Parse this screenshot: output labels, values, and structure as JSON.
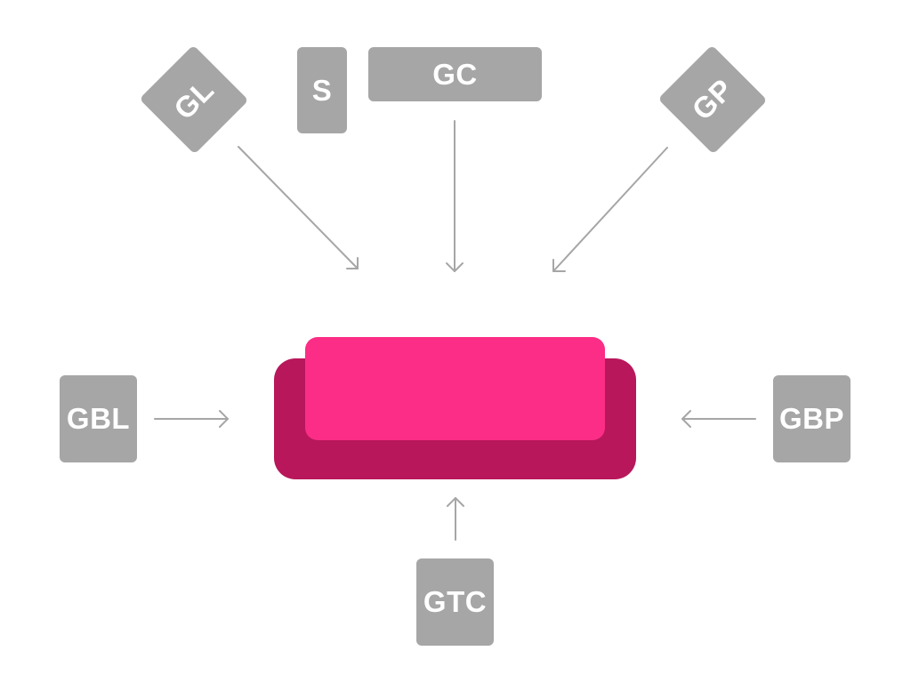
{
  "colors": {
    "box": "#a6a6a6",
    "arrow": "#a6a6a6",
    "center_back": "#b8175b",
    "center_front": "#fc2d86"
  },
  "nodes": {
    "gl": "GL",
    "s": "S",
    "gc": "GC",
    "gp": "GP",
    "gbl": "GBL",
    "gbp": "GBP",
    "gtc": "GTC"
  }
}
